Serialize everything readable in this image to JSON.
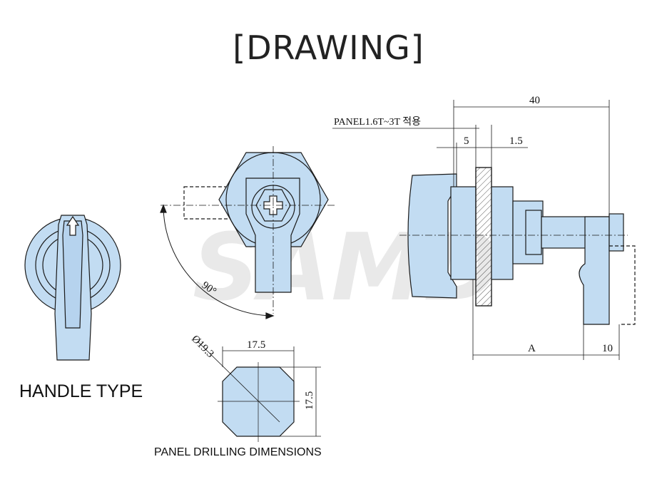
{
  "title": "[DRAWING]",
  "handle_type_label": "HANDLE TYPE",
  "drilling_caption": "PANEL DRILLING DIMENSIONS",
  "watermark": "SAMD",
  "dimensions": {
    "angle": "90°",
    "diameter": "Ø19.3",
    "drill_width": "17.5",
    "drill_height": "17.5",
    "overall_length": "40",
    "panel_note": "PANEL1.6T~3T 적용",
    "nut_thickness": "5",
    "panel_gap": "1.5",
    "length_a": "A",
    "cam_width": "10"
  },
  "colors": {
    "part_fill": "#c2dcf2",
    "outline": "#1a1a1a",
    "hatch": "#555555"
  }
}
